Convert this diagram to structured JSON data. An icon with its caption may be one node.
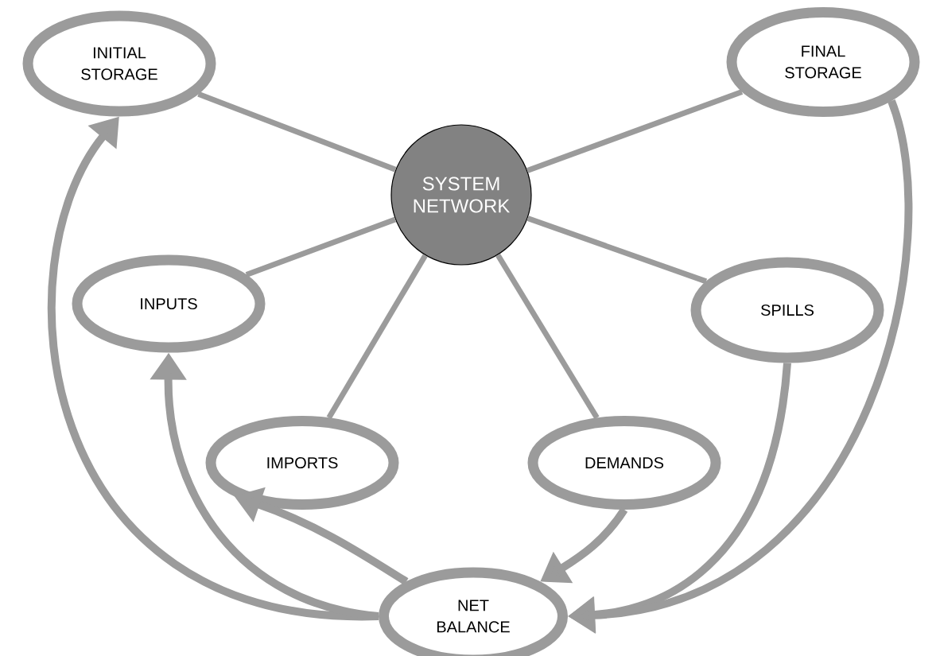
{
  "diagram": {
    "nodes": [
      {
        "text": [
          "INITIAL STORAGE"
        ]
      },
      {
        "text": [
          "FINAL STORAGE"
        ]
      },
      {
        "text": [
          "SYSTEM NETWORK"
        ]
      },
      {
        "text": [
          "INPUTS"
        ]
      },
      {
        "text": [
          "SPILLS"
        ]
      },
      {
        "text": [
          "IMPORTS"
        ]
      },
      {
        "text": [
          "DEMANDS"
        ]
      },
      {
        "text": [
          "NET BALANCE"
        ]
      }
    ],
    "edges": [
      {
        "from": 0,
        "to": 2,
        "arrow": "none"
      },
      {
        "from": 1,
        "to": 2,
        "arrow": "none"
      },
      {
        "from": 3,
        "to": 2,
        "arrow": "none"
      },
      {
        "from": 5,
        "to": 2,
        "arrow": "none"
      },
      {
        "from": 6,
        "to": 2,
        "arrow": "none"
      },
      {
        "from": 4,
        "to": 2,
        "arrow": "none"
      },
      {
        "from": 7,
        "to": 0,
        "arrow": "to"
      },
      {
        "from": 7,
        "to": 3,
        "arrow": "to"
      },
      {
        "from": 7,
        "to": 5,
        "arrow": "to"
      },
      {
        "from": 6,
        "to": 7,
        "arrow": "to"
      },
      {
        "from": 4,
        "to": 7,
        "arrow": "to"
      },
      {
        "from": 1,
        "to": 7,
        "arrow": "to"
      }
    ]
  }
}
